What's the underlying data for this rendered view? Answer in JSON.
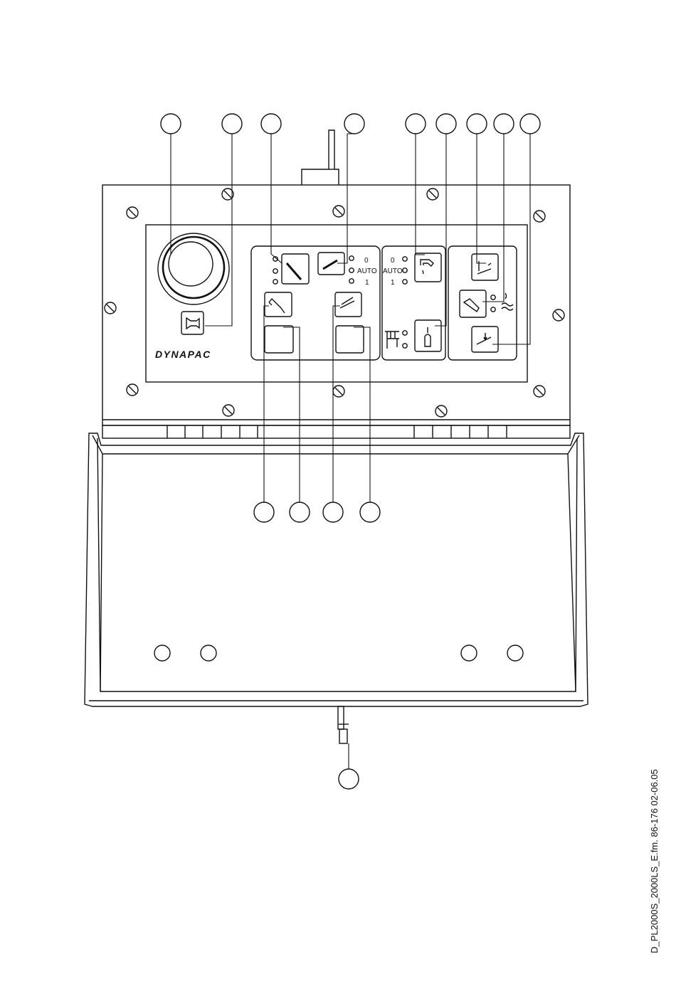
{
  "brand": {
    "logo_text": "DYNAPAC"
  },
  "switch_labels": {
    "left": {
      "zero": "0",
      "auto": "AUTO",
      "one": "1"
    },
    "middle": {
      "zero": "0",
      "auto": "AUTO",
      "one": "1"
    }
  },
  "footer": {
    "document_reference": "D_PL2000S_2000LS_E.fm. 86-176 02-06.05"
  }
}
